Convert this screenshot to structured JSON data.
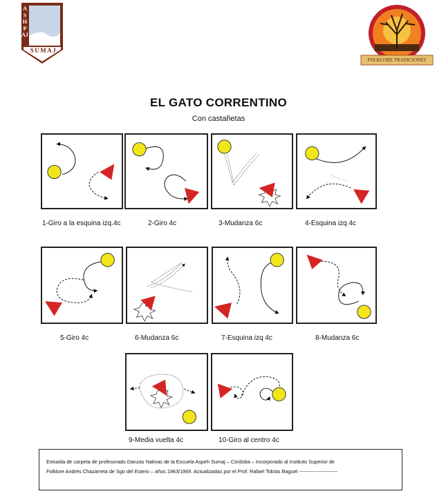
{
  "logos": {
    "left": {
      "vertical_text": "ASHPAJ",
      "bottom_text": "SUMAJ",
      "colors": {
        "frame": "#7a2a17",
        "sky": "#c9d6e8"
      }
    },
    "right": {
      "banner_text": "FOLKLORE TRADICIONES",
      "colors": {
        "ring": "#c0202a",
        "sun": "#f08020",
        "banner": "#e8c070"
      }
    }
  },
  "heading": {
    "title": "EL GATO CORRENTINO",
    "subtitle": "Con castañetas"
  },
  "figures": [
    {
      "caption": "1-Giro a la esquina izq.4c",
      "icons": [
        "yellow-circle-dancer",
        "red-triangle-dancer"
      ]
    },
    {
      "caption": "2-Giro 4c",
      "icons": [
        "yellow-circle-dancer",
        "red-triangle-dancer"
      ]
    },
    {
      "caption": "3-Mudanza 6c",
      "icons": [
        "yellow-circle-dancer",
        "red-triangle-dancer",
        "star-burst"
      ]
    },
    {
      "caption": "4-Esquina izq 4c",
      "icons": [
        "yellow-circle-dancer",
        "red-triangle-dancer"
      ]
    },
    {
      "caption": "5-Giro 4c",
      "icons": [
        "yellow-circle-dancer",
        "red-triangle-dancer"
      ]
    },
    {
      "caption": "6-Mudanza 6c",
      "icons": [
        "red-triangle-dancer",
        "star-burst"
      ]
    },
    {
      "caption": "7-Esquina izq 4c",
      "icons": [
        "yellow-circle-dancer",
        "red-triangle-dancer"
      ]
    },
    {
      "caption": "8-Mudanza 6c",
      "icons": [
        "yellow-circle-dancer",
        "red-triangle-dancer"
      ]
    },
    {
      "caption": "9-Media vuelta 4c",
      "icons": [
        "yellow-circle-dancer",
        "red-triangle-dancer",
        "star-burst"
      ]
    },
    {
      "caption": "10-Giro al centro 4c",
      "icons": [
        "yellow-circle-dancer",
        "red-triangle-dancer"
      ]
    }
  ],
  "footer": {
    "line1": "Extraída de carpeta de profesorado Danzas Nativas de la Escuela Aspeh Sumaj – Córdoba – Incorporado al Instituto Superior de",
    "line2": "Folklore Andrés Chazarreta de Sgo del Estero – años 1963/1969. Actualizadas por el Prof. Rafael Tobías Baguel -----------------------"
  },
  "colors": {
    "dancer_circle": "#f2e61a",
    "dancer_triangle": "#d42424",
    "line": "#111111"
  }
}
